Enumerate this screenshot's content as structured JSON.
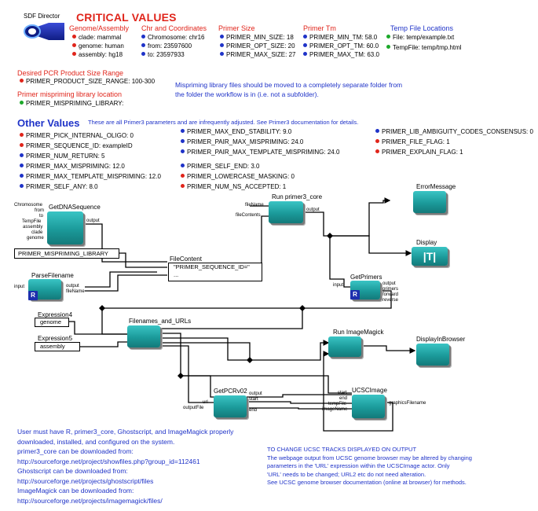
{
  "director": {
    "label": "SDF Director",
    "icon": "director-icon"
  },
  "critical": {
    "title": "CRITICAL VALUES",
    "genome_assembly": {
      "header": "Genome/Assembly",
      "items": [
        "clade: mammal",
        "genome: human",
        "assembly: hg18"
      ]
    },
    "chr_coords": {
      "header": "Chr and Coordinates",
      "items": [
        "Chromosome: chr16",
        "from: 23597600",
        "to: 23597933"
      ]
    },
    "primer_size": {
      "header": "Primer Size",
      "items": [
        "PRIMER_MIN_SIZE: 18",
        "PRIMER_OPT_SIZE: 20",
        "PRIMER_MAX_SIZE: 27"
      ]
    },
    "primer_tm": {
      "header": "Primer Tm",
      "items": [
        "PRIMER_MIN_TM: 58.0",
        "PRIMER_OPT_TM: 60.0",
        "PRIMER_MAX_TM: 63.0"
      ]
    },
    "temp_files": {
      "header": "Temp File Locations",
      "items": [
        "File: temp/example.txt",
        "TempFile: temp/tmp.html"
      ]
    },
    "pcr_size": {
      "header": "Desired PCR Product Size Range",
      "item": "PRIMER_PRODUCT_SIZE_RANGE: 100-300"
    },
    "mispriming": {
      "header": "Primer mispriming library location",
      "item": "PRIMER_MISPRIMING_LIBRARY:"
    },
    "mispriming_note": "Mispriming library files should be moved to a completely separate folder from\nthe folder the workflow is in (i.e. not a subfolder)."
  },
  "other": {
    "title": "Other Values",
    "note": "These are all Primer3 parameters and are infrequently adjusted. See Primer3 documentation for details.",
    "col1": [
      "PRIMER_PICK_INTERNAL_OLIGO: 0",
      "PRIMER_SEQUENCE_ID: exampleID",
      "PRIMER_NUM_RETURN: 5",
      "PRIMER_MAX_MISPRIMING: 12.0",
      "PRIMER_MAX_TEMPLATE_MISPRIMING: 12.0",
      "PRIMER_SELF_ANY: 8.0"
    ],
    "col2": [
      "PRIMER_MAX_END_STABILITY: 9.0",
      "PRIMER_PAIR_MAX_MISPRIMING: 24.0",
      "PRIMER_PAIR_MAX_TEMPLATE_MISPRIMING: 24.0",
      "PRIMER_SELF_END: 3.0",
      "PRIMER_LOWERCASE_MASKING: 0",
      "PRIMER_NUM_NS_ACCEPTED: 1"
    ],
    "col3": [
      "PRIMER_LIB_AMBIGUITY_CODES_CONSENSUS: 0",
      "PRIMER_FILE_FLAG: 1",
      "PRIMER_EXPLAIN_FLAG: 1"
    ]
  },
  "workflow": {
    "get_dna": {
      "label": "GetDNASequence",
      "ports_in": [
        "Chromosome",
        "from",
        "to",
        "TempFile",
        "assembly",
        "clade",
        "genome"
      ],
      "port_out": "output"
    },
    "mispriming_const": "PRIMER_MISPRIMING_LIBRARY",
    "parse_filename": {
      "label": "ParseFilename",
      "port_in": "input",
      "ports_out": [
        "output",
        "fileName"
      ],
      "badge": "R"
    },
    "file_content": {
      "label": "FileContent",
      "line1": "\"PRIMER_SEQUENCE_ID=\"",
      "line2": "..."
    },
    "run_primer3": {
      "label": "Run primer3_core",
      "ports_in": [
        "fileName",
        "fileContents"
      ],
      "port_out": "output"
    },
    "error_message": {
      "label": "ErrorMessage"
    },
    "display": {
      "label": "Display",
      "glyph": "|T|"
    },
    "get_primers": {
      "label": "GetPrimers",
      "port_in": "input",
      "ports_out": [
        "output",
        "primers",
        "forward",
        "reverse"
      ],
      "badge": "R"
    },
    "expression4": {
      "label": "Expression4",
      "value": "genome"
    },
    "expression5": {
      "label": "Expression5",
      "value": "assembly"
    },
    "filenames_urls": {
      "label": "Filenames_and_URLs"
    },
    "run_imagemagick": {
      "label": "Run ImageMagick"
    },
    "display_browser": {
      "label": "DisplayInBrowser"
    },
    "get_pcr": {
      "label": "GetPCRv02",
      "ports_in": [
        "url",
        "outputFile"
      ],
      "ports_out": [
        "output",
        "start",
        "end"
      ]
    },
    "ucsc_image": {
      "label": "UCSCImage",
      "ports_in": [
        "start",
        "end",
        "tempFile",
        "imageName"
      ],
      "port_out": "graphicsFilename"
    }
  },
  "footer": {
    "left": [
      "User must have R, primer3_core, Ghostscript, and ImageMagick properly",
      "downloaded, installed, and configured on the system.",
      "primer3_core can be downloaded from:",
      "http://sourceforge.net/project/showfiles.php?group_id=112461",
      "Ghostscript can be downloaded from:",
      "http://sourceforge.net/projects/ghostscript/files",
      "ImageMagick can be downloaded from:",
      "http://sourceforge.net/projects/imagemagick/files/"
    ],
    "right": [
      "TO CHANGE UCSC TRACKS DISPLAYED ON OUTPUT",
      "The webpage output from UCSC genome browser may be altered by changing",
      "parameters in the 'URL' expression within the UCSCImage actor. Only",
      "'URL' needs to be changed; URL2 etc do not need alteration.",
      "See UCSC genome browser documentation (online at browser) for methods."
    ]
  },
  "colors": {
    "red": "#e0251b",
    "blue": "#1f33c8",
    "green": "#1ca82a",
    "actor": "#1b9a9a"
  }
}
